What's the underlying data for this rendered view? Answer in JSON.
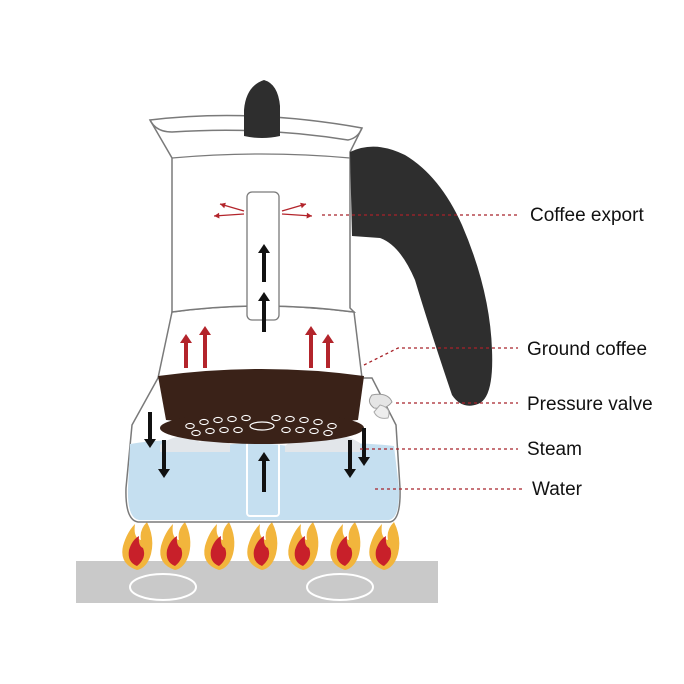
{
  "labels": {
    "coffee_export": "Coffee export",
    "ground_coffee": "Ground coffee",
    "pressure_valve": "Pressure valve",
    "steam": "Steam",
    "water": "Water"
  },
  "colors": {
    "outline": "#7a7a7a",
    "handle": "#2e2e2e",
    "coffee": "#3a2218",
    "water": "#c5dff0",
    "arrow_up": "#111111",
    "arrow_red": "#b3242b",
    "leader": "#a8232a",
    "flame_outer": "#f2b53c",
    "flame_inner": "#c8202a",
    "stove": "#c9c9c9"
  }
}
